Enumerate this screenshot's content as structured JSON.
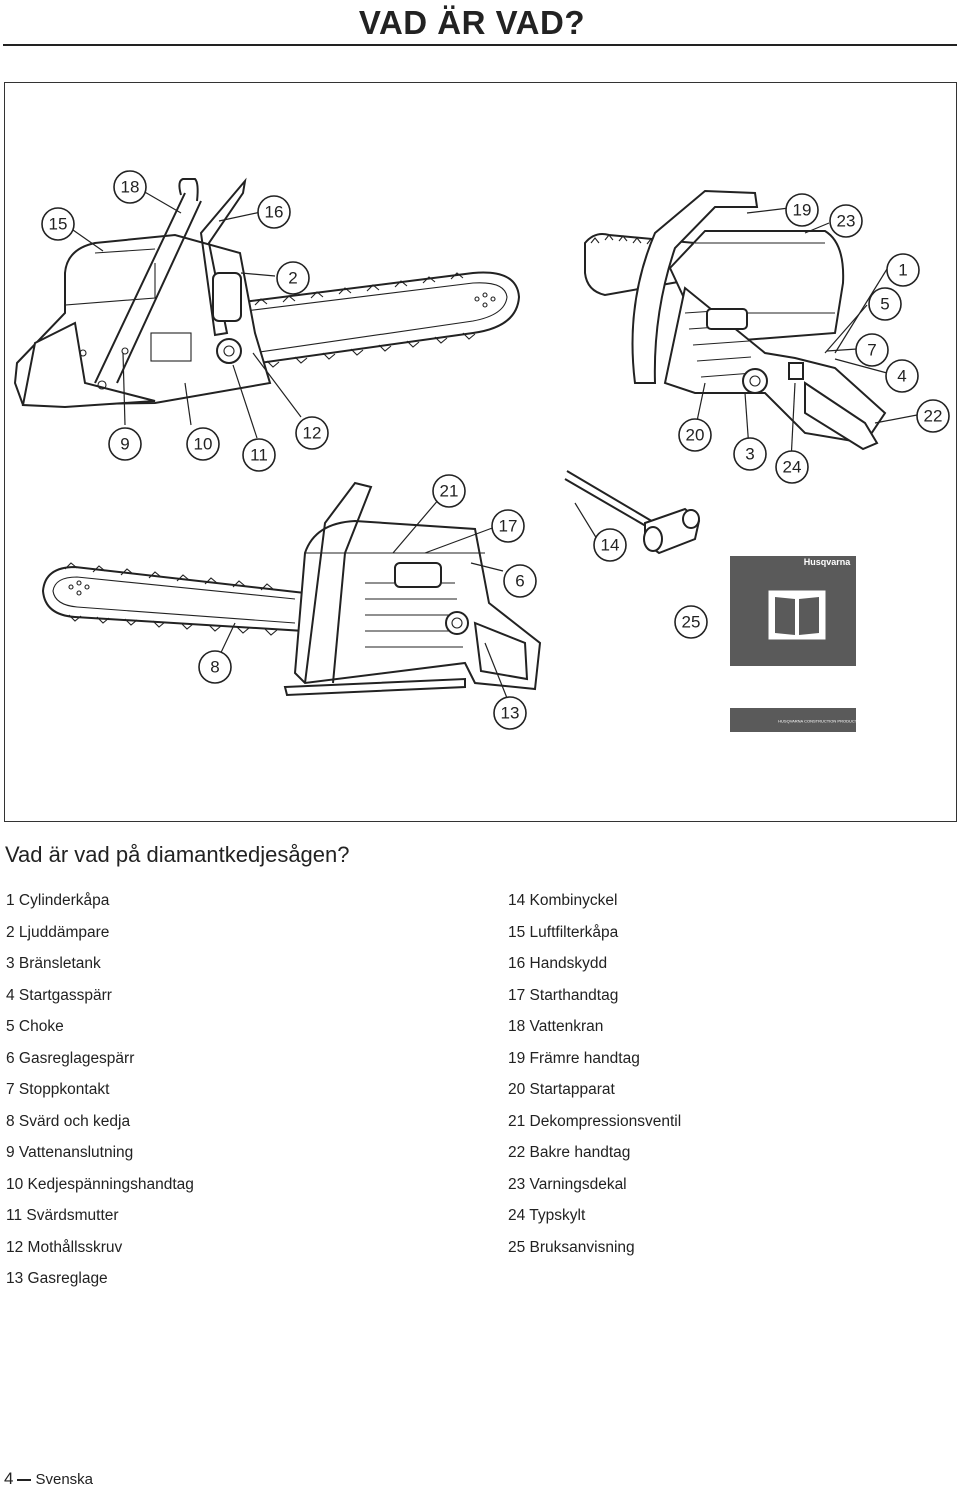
{
  "page_title": "VAD ÄR VAD?",
  "section_heading": "Vad är vad på diamantkedjesågen?",
  "callouts": [
    "1",
    "2",
    "3",
    "4",
    "5",
    "6",
    "7",
    "8",
    "9",
    "10",
    "11",
    "12",
    "13",
    "14",
    "15",
    "16",
    "17",
    "18",
    "19",
    "20",
    "21",
    "22",
    "23",
    "24",
    "25"
  ],
  "manual_brand": "Husqvarna",
  "manual_footer": "HUSQVARNA CONSTRUCTION PRODUCTS",
  "parts_left": [
    "1 Cylinderkåpa",
    "2 Ljuddämpare",
    "3 Bränsletank",
    "4 Startgasspärr",
    "5 Choke",
    "6 Gasreglagespärr",
    "7 Stoppkontakt",
    "8 Svärd och kedja",
    "9 Vattenanslutning",
    "10 Kedjespänningshandtag",
    "11 Svärdsmutter",
    "12 Mothållsskruv",
    "13 Gasreglage"
  ],
  "parts_right": [
    "14 Kombinyckel",
    "15 Luftfilterkåpa",
    "16 Handskydd",
    "17 Starthandtag",
    "18 Vattenkran",
    "19 Främre handtag",
    "20 Startapparat",
    "21 Dekompressionsventil",
    "22 Bakre handtag",
    "23 Varningsdekal",
    "24 Typskylt",
    "25 Bruksanvisning"
  ],
  "footer": {
    "page_number": "4",
    "language": "Svenska"
  }
}
